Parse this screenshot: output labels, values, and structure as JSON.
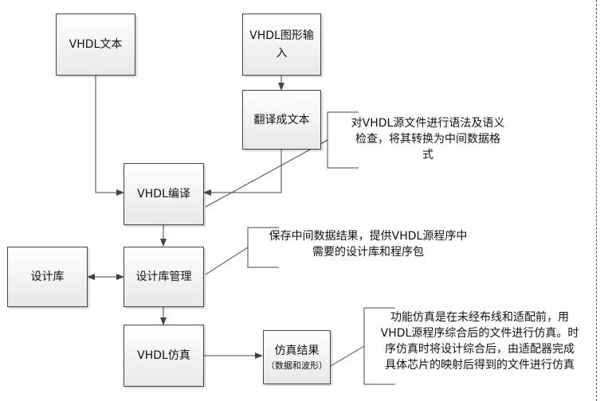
{
  "nodes": {
    "vhdl_text": "VHDL文本",
    "vhdl_graphic_line1": "VHDL图形输",
    "vhdl_graphic_line2": "入",
    "translate": "翻译成文本",
    "compile": "VHDL编译",
    "design_lib": "设计库",
    "lib_manage": "设计库管理",
    "simulation": "VHDL仿真",
    "sim_result": "仿真结果",
    "sim_result_sub": "（数据和波形）"
  },
  "notes": {
    "compile_note": [
      "对VHDL源文件进行语法及语义",
      "检查，将其转换为中间数据格",
      "式"
    ],
    "lib_note": [
      "保存中间数据结果，提供VHDL源程序中",
      "需要的设计库和程序包"
    ],
    "sim_note": [
      "功能仿真是在未经布线和适配前，用",
      "VHDL源程序综合后的文件进行仿真。时",
      "序仿真时将设计综合后，由适配器完成",
      "具体芯片的映射后得到的文件进行仿真"
    ]
  },
  "colors": {
    "line": "#444444",
    "box_border": "#444444"
  }
}
